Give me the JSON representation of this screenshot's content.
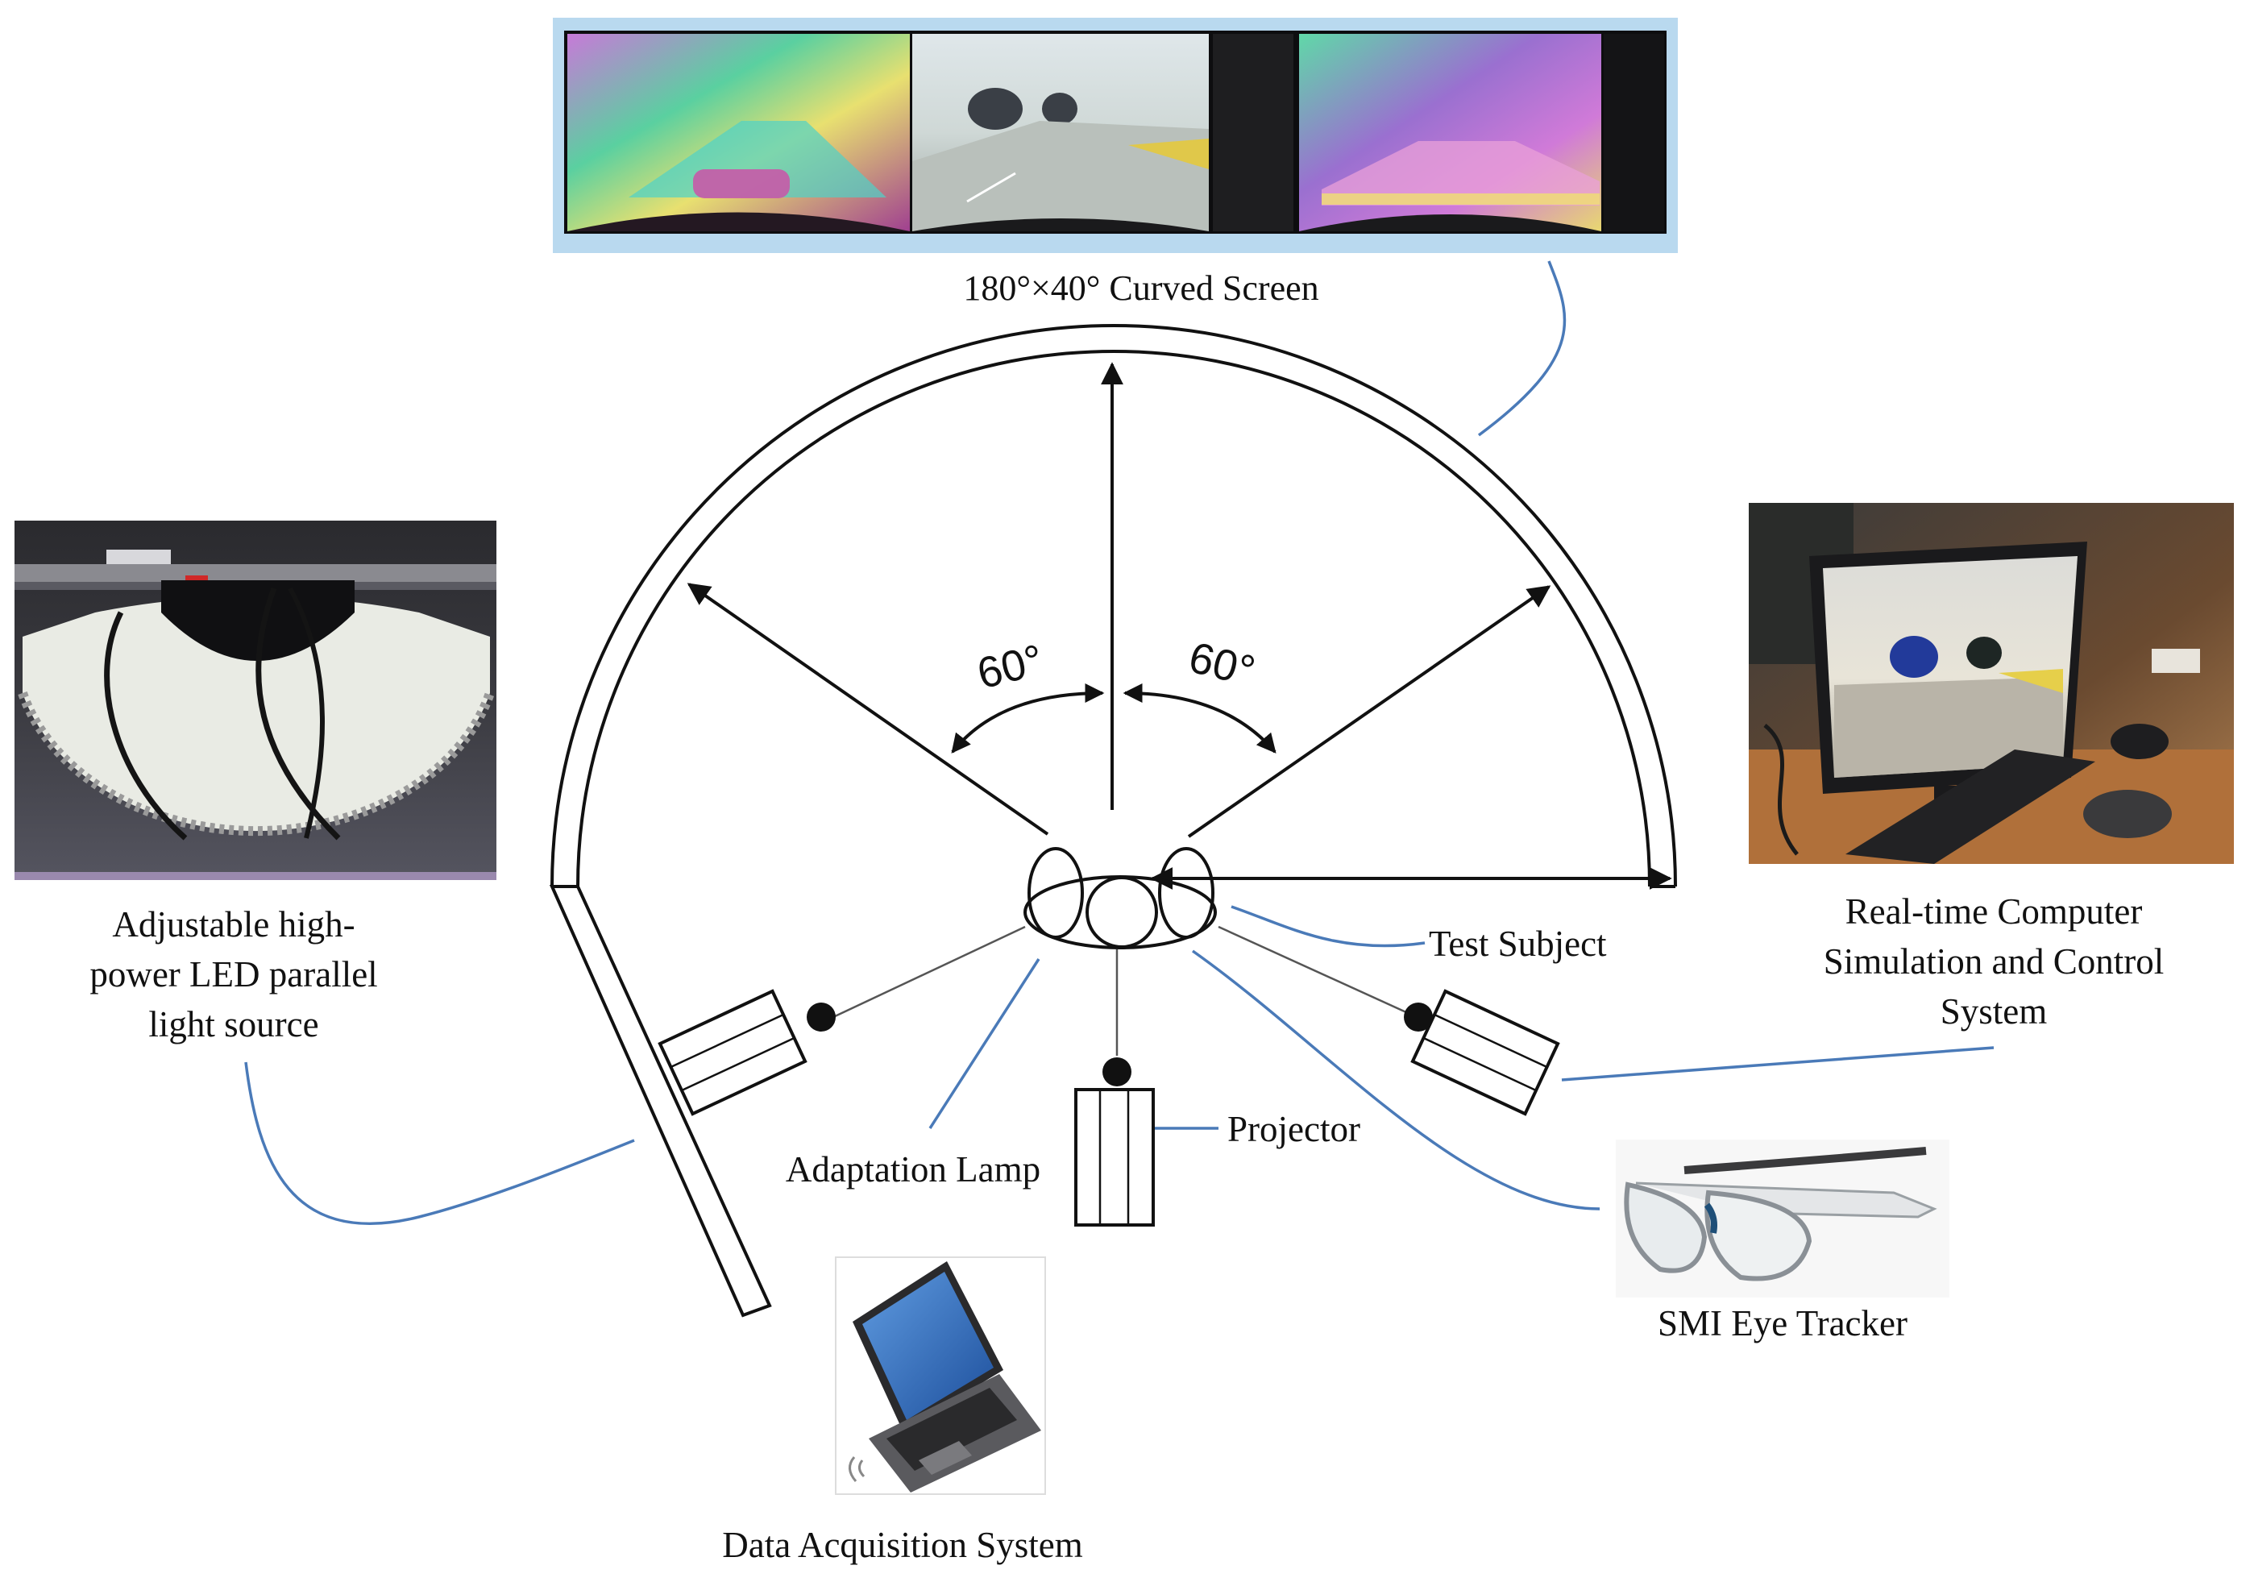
{
  "labels": {
    "curved_screen": "180°×40° Curved Screen",
    "led_line1": "Adjustable high-",
    "led_line2": "power LED parallel",
    "led_line3": "light source",
    "computer_line1": "Real-time Computer",
    "computer_line2": "Simulation and Control",
    "computer_line3": "System",
    "test_subject": "Test Subject",
    "projector": "Projector",
    "adaptation_lamp": "Adaptation Lamp",
    "eye_tracker": "SMI Eye Tracker",
    "data_acquisition": "Data Acquisition System"
  },
  "angles": {
    "left": "60°",
    "right": "60°"
  },
  "colors": {
    "leader_line": "#4a7ab8",
    "photo_frame": "#b9d9ef",
    "outline": "#111111"
  }
}
